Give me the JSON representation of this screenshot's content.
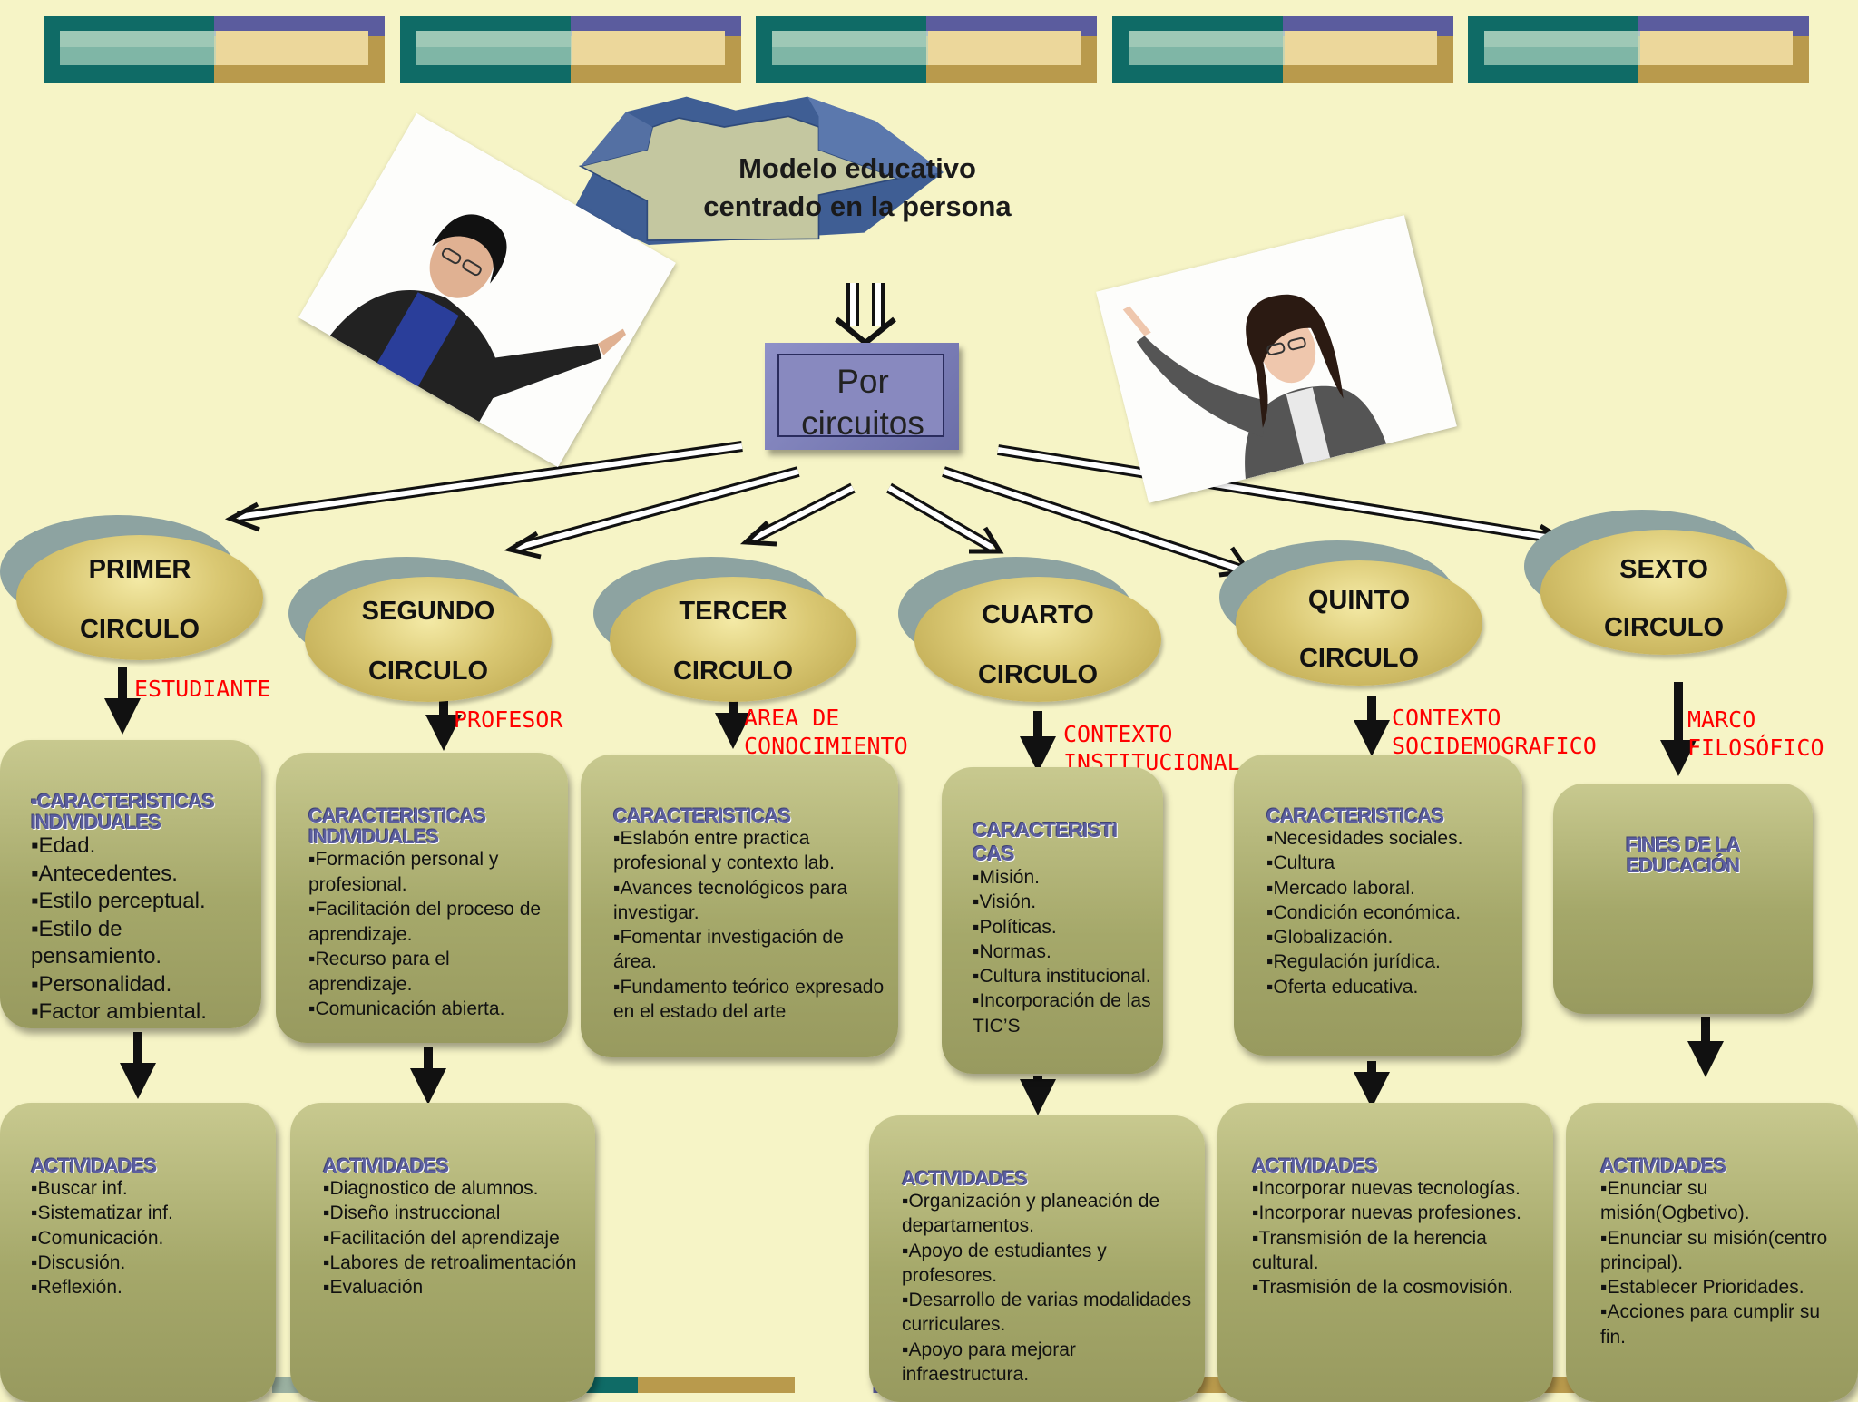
{
  "title": "Modelo educativo centrado en la persona",
  "center_node": "Por circuitos",
  "circles": [
    {
      "line1": "PRIMER",
      "line2": "CIRCULO",
      "tag": "ESTUDIANTE",
      "characteristics": {
        "heading": "▪CARACTERISTICAS INDIVIDUALES",
        "items": [
          "Edad.",
          "Antecedentes.",
          "Estilo perceptual.",
          "Estilo de pensamiento.",
          "Personalidad.",
          "Factor ambiental."
        ]
      },
      "activities": {
        "heading": "ACTIVIDADES",
        "items": [
          "Buscar inf.",
          "Sistematizar inf.",
          "Comunicación.",
          "Discusión.",
          "Reflexión."
        ]
      }
    },
    {
      "line1": "SEGUNDO",
      "line2": "CIRCULO",
      "tag": "PROFESOR",
      "characteristics": {
        "heading": "CARACTERISTICAS INDIVIDUALES",
        "items": [
          "Formación personal y profesional.",
          "Facilitación del proceso de aprendizaje.",
          "Recurso para el aprendizaje.",
          "Comunicación abierta."
        ]
      },
      "activities": {
        "heading": "ACTIVIDADES",
        "items": [
          "Diagnostico de alumnos.",
          "Diseño instruccional",
          "Facilitación del aprendizaje",
          "Labores de retroalimentación",
          "Evaluación"
        ]
      }
    },
    {
      "line1": "TERCER",
      "line2": "CIRCULO",
      "tag": "AREA DE CONOCIMIENTO",
      "characteristics": {
        "heading": "CARACTERISTICAS",
        "items": [
          "Eslabón entre practica profesional y contexto lab.",
          "Avances tecnológicos para investigar.",
          "Fomentar investigación de área.",
          "Fundamento teórico expresado en el estado del arte"
        ]
      }
    },
    {
      "line1": "CUARTO",
      "line2": "CIRCULO",
      "tag": "CONTEXTO INSTITUCIONAL",
      "characteristics": {
        "heading": "CARACTERISTI CAS",
        "items": [
          "Misión.",
          "Visión.",
          "Políticas.",
          "Normas.",
          "Cultura institucional.",
          "Incorporación de las TIC’S"
        ]
      },
      "activities": {
        "heading": "ACTIVIDADES",
        "items": [
          "Organización y planeación de departamentos.",
          "Apoyo de estudiantes y profesores.",
          "Desarrollo de varias modalidades curriculares.",
          "Apoyo para mejorar infraestructura."
        ]
      }
    },
    {
      "line1": "QUINTO",
      "line2": "CIRCULO",
      "tag": "CONTEXTO SOCIDEMOGRAFICO",
      "characteristics": {
        "heading": "CARACTERISTICAS",
        "items": [
          "Necesidades sociales.",
          "Cultura",
          "Mercado laboral.",
          "Condición económica.",
          "Globalización.",
          "Regulación jurídica.",
          "Oferta educativa."
        ]
      },
      "activities": {
        "heading": "ACTIVIDADES",
        "items": [
          "Incorporar nuevas tecnologías.",
          "Incorporar nuevas profesiones.",
          "Transmisión de la herencia cultural.",
          "Trasmisión de la cosmovisión."
        ]
      }
    },
    {
      "line1": "SEXTO",
      "line2": "CIRCULO",
      "tag": "MARCO FILOSÓFICO",
      "characteristics": {
        "heading": "FINES DE LA EDUCACIÓN",
        "items": []
      },
      "activities": {
        "heading": "ACTIVIDADES",
        "items": [
          "Enunciar su misión(Ogbetivo).",
          "Enunciar su misión(centro principal).",
          "Establecer Prioridades.",
          "Acciones para cumplir su fin."
        ]
      }
    }
  ],
  "colors": {
    "background": "#f6f4c6",
    "tag_red": "#ff0000",
    "box_olive": "#a5a86a",
    "heading_blue": "#5b5e9e",
    "oval_gold": "#dac873",
    "oval_shadow": "#8da3a1"
  },
  "icons": [
    "double-arrow-icon",
    "down-arrow-icon"
  ]
}
